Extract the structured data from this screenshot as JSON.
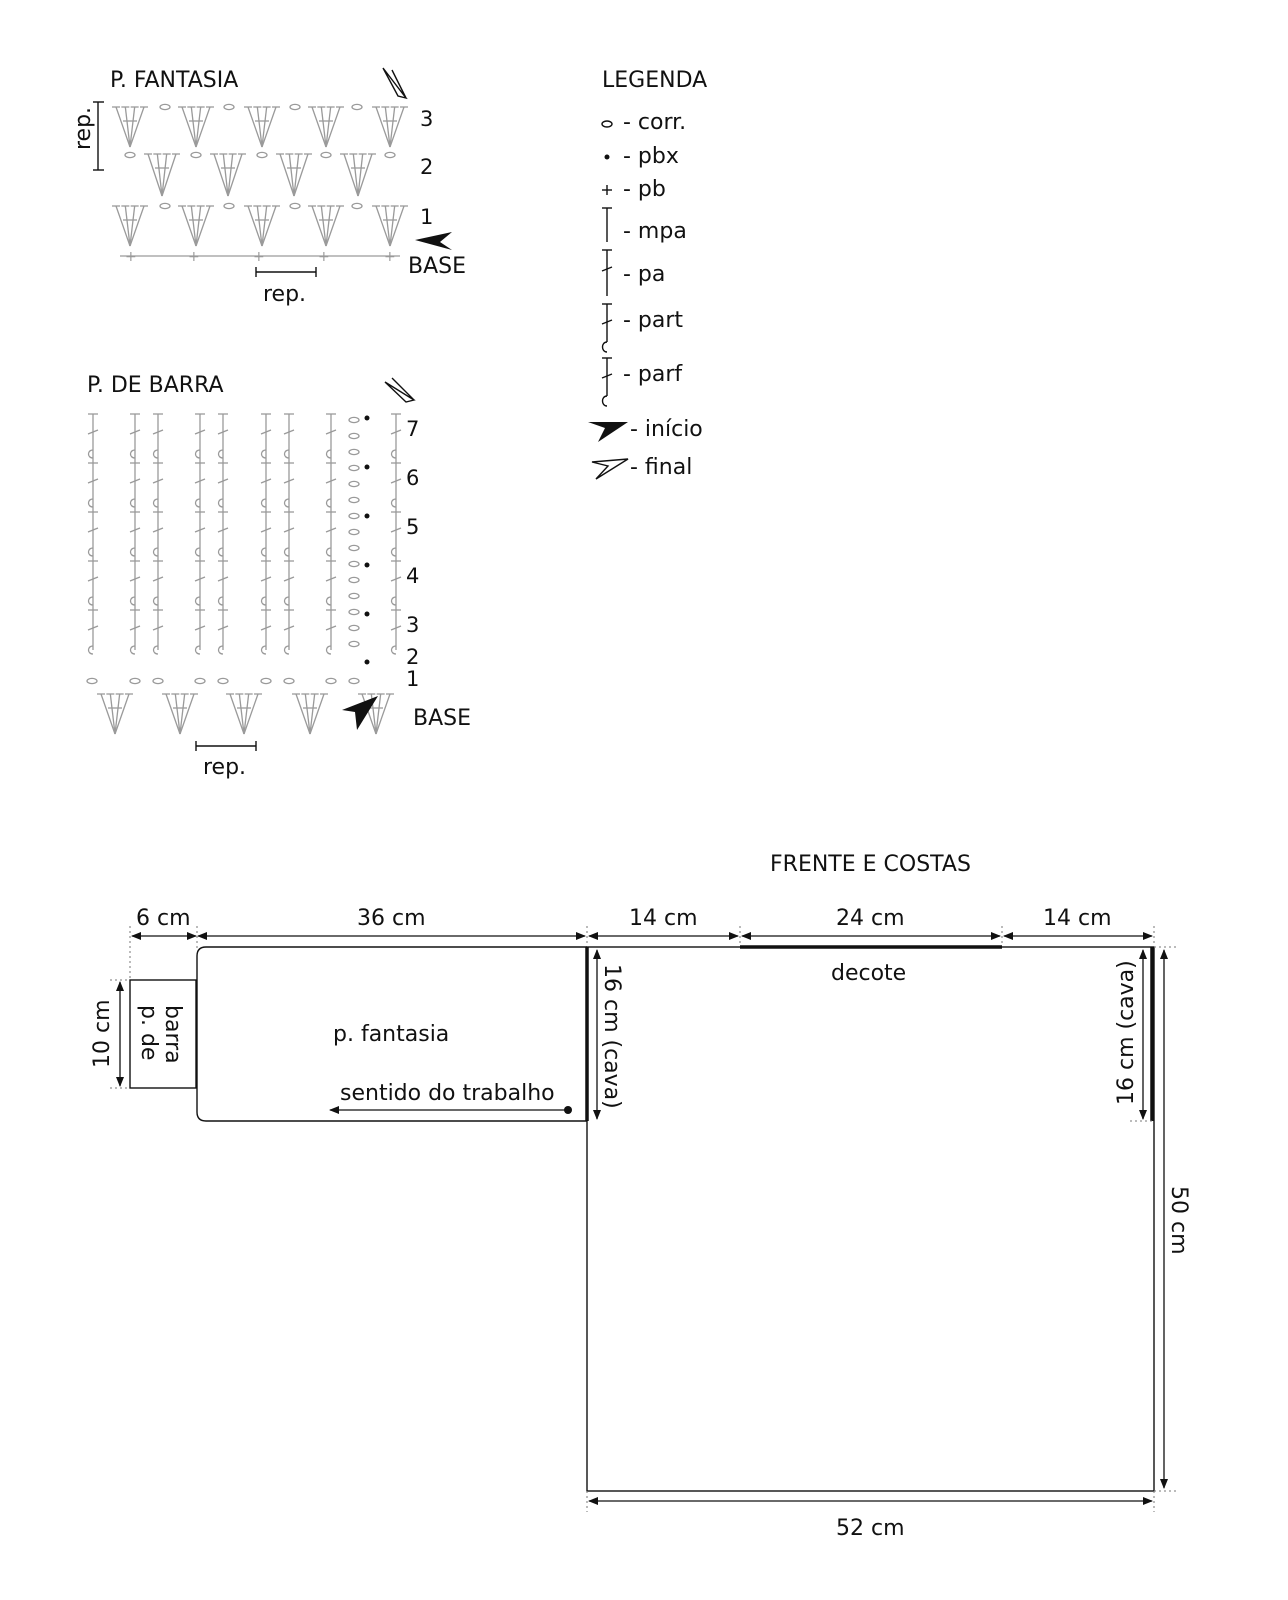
{
  "fantasia": {
    "title": "P. FANTASIA",
    "rows": [
      "3",
      "2",
      "1"
    ],
    "base_label": "BASE",
    "rep_side": "rep.",
    "rep_bottom": "rep."
  },
  "barra": {
    "title": "P. DE BARRA",
    "rows": [
      "7",
      "6",
      "5",
      "4",
      "3",
      "2",
      "1"
    ],
    "base_label": "BASE",
    "rep_bottom": "rep."
  },
  "legend": {
    "title": "LEGENDA",
    "items": [
      {
        "symbol": "chain-icon",
        "label": "- corr."
      },
      {
        "symbol": "slip-stitch-icon",
        "label": "- pbx"
      },
      {
        "symbol": "single-crochet-icon",
        "label": "- pb"
      },
      {
        "symbol": "half-double-icon",
        "label": "- mpa"
      },
      {
        "symbol": "double-icon",
        "label": "- pa"
      },
      {
        "symbol": "relief-front-icon",
        "label": "- part"
      },
      {
        "symbol": "relief-back-icon",
        "label": "- parf"
      },
      {
        "symbol": "start-arrow-icon",
        "label": "- início"
      },
      {
        "symbol": "end-arrow-icon",
        "label": "- final"
      }
    ]
  },
  "schematic": {
    "title": "FRENTE E COSTAS",
    "dim_6": "6 cm",
    "dim_36": "36 cm",
    "dim_14_left": "14 cm",
    "dim_24": "24 cm",
    "dim_14_right": "14 cm",
    "dim_10": "10 cm",
    "dim_16_left": "16 cm (cava)",
    "dim_16_right": "16 cm (cava)",
    "dim_50": "50 cm",
    "dim_52": "52 cm",
    "decote": "decote",
    "barra_line1": "p. de",
    "barra_line2": "barra",
    "fantasia_label": "p. fantasia",
    "direction": "sentido do trabalho"
  }
}
